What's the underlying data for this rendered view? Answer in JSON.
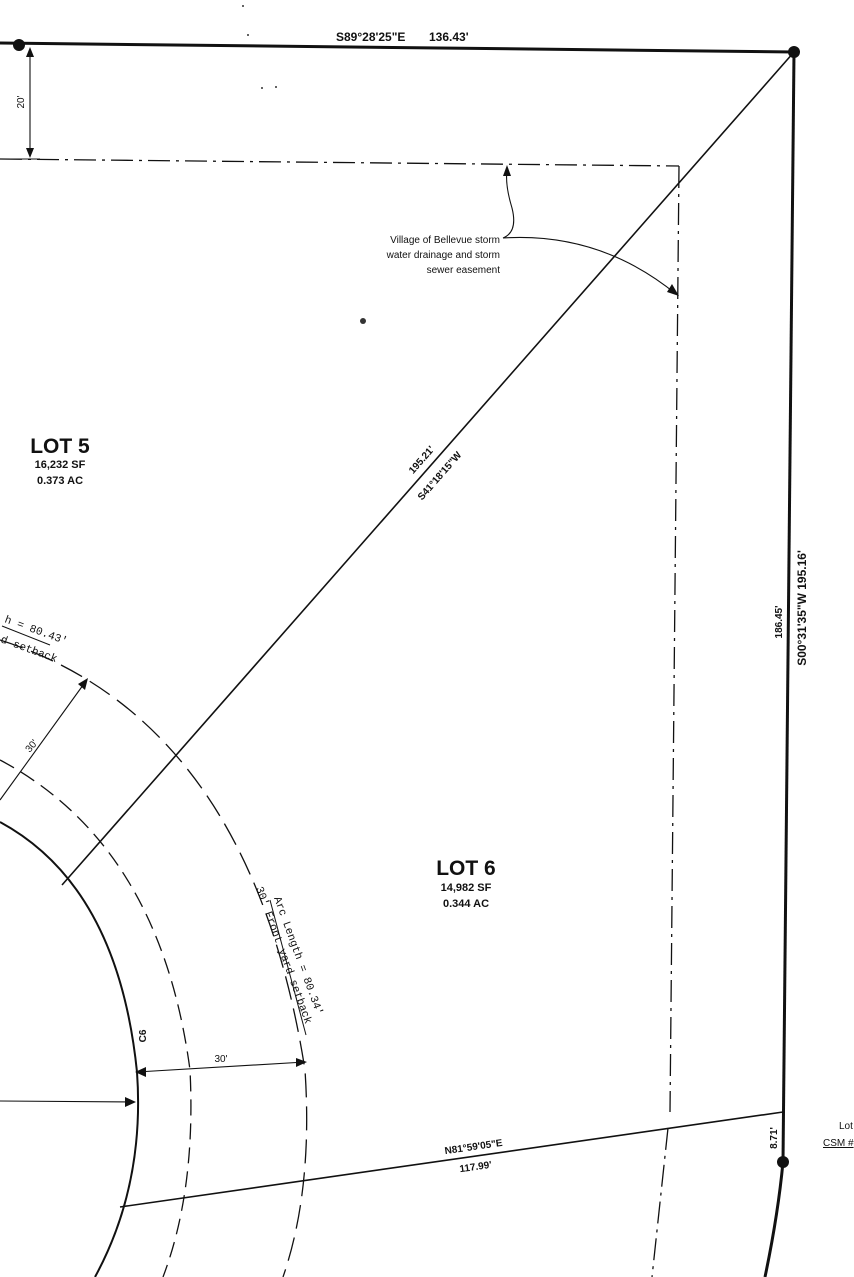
{
  "north_boundary": {
    "bearing": "S89°28'25\"E",
    "distance": "136.43'"
  },
  "top_offset": "20'",
  "easement_note": [
    "Village of Bellevue storm",
    "water drainage and storm",
    "sewer easement"
  ],
  "lot5": {
    "title": "LOT 5",
    "area_sf": "16,232 SF",
    "area_ac": "0.373 AC"
  },
  "lot6": {
    "title": "LOT 6",
    "area_sf": "14,982 SF",
    "area_ac": "0.344 AC"
  },
  "diagonal": {
    "distance": "195.21'",
    "bearing": "S41°18'15\"W"
  },
  "east_boundary": {
    "bearing_distance": "S00°31'35\"W  195.16'",
    "segment": "186.45'"
  },
  "south_line": {
    "bearing": "N81°59'05\"E",
    "distance": "117.99'"
  },
  "short_segment": "8.71'",
  "corner_note": {
    "line1": "Lot",
    "line2": "CSM #"
  },
  "arc_upper": {
    "line1": "h = 80.43'",
    "line2": "d setback"
  },
  "arc_lower": {
    "line1": "Arc Length = 80.34'",
    "line2": "30' Front yard setback"
  },
  "setback_upper": "30'",
  "setback_lower": "30'",
  "curve_id": "C6"
}
